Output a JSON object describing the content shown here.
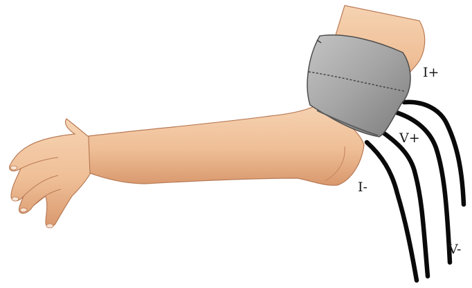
{
  "labels": {
    "i_plus": "I+",
    "v_plus": "V+",
    "i_minus": "I-",
    "v_minus": "V-"
  },
  "colors": {
    "skin": "#f0c29c",
    "skin_shade": "#d99a72",
    "cuff": "#a9a9a9",
    "cuff_dark": "#6f6f6f",
    "wire": "#0a0a0a",
    "label": "#1a1a1a"
  }
}
